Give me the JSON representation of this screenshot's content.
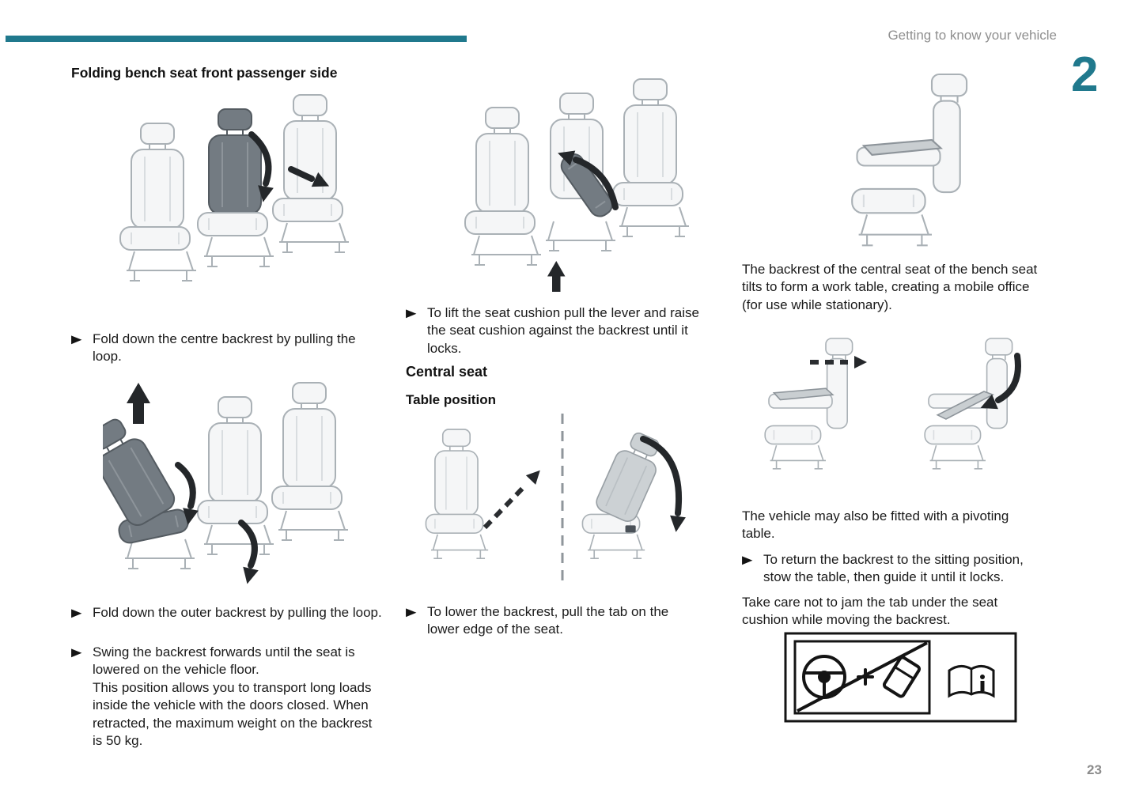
{
  "colors": {
    "accent": "#20798d",
    "text": "#1a1a1a",
    "muted": "#8f8f8f"
  },
  "icons": {
    "bullet": "▶"
  },
  "header": {
    "section_title": "Getting to know your vehicle",
    "chapter_number": "2"
  },
  "column1": {
    "heading": "Folding bench seat front passenger side",
    "bullet1": "Fold down the centre backrest by pulling the loop.",
    "bullet2": "Fold down the outer backrest by pulling the loop.",
    "bullet3": "Swing the backrest forwards until the seat is lowered on the vehicle floor.",
    "bullet3_note": "This position allows you to transport long loads inside the vehicle with the doors closed. When retracted, the maximum weight on the backrest is 50 kg."
  },
  "column2": {
    "bullet1": "To lift the seat cushion pull the lever and raise the seat cushion against the backrest until it locks.",
    "heading_central_seat": "Central seat",
    "heading_table_position": "Table position",
    "bullet2": "To lower the backrest, pull the tab on the lower edge of the seat."
  },
  "column3": {
    "para1": "The backrest of the central seat of the bench seat tilts to form a work table, creating a mobile office (for use while stationary).",
    "para2": "The vehicle may also be fitted with a pivoting table.",
    "bullet1": "To return the backrest to the sitting position, stow the table, then guide it until it locks.",
    "para3": "Take care not to jam the tab under the seat cushion while moving the backrest."
  },
  "footer": {
    "page_number": "23"
  }
}
